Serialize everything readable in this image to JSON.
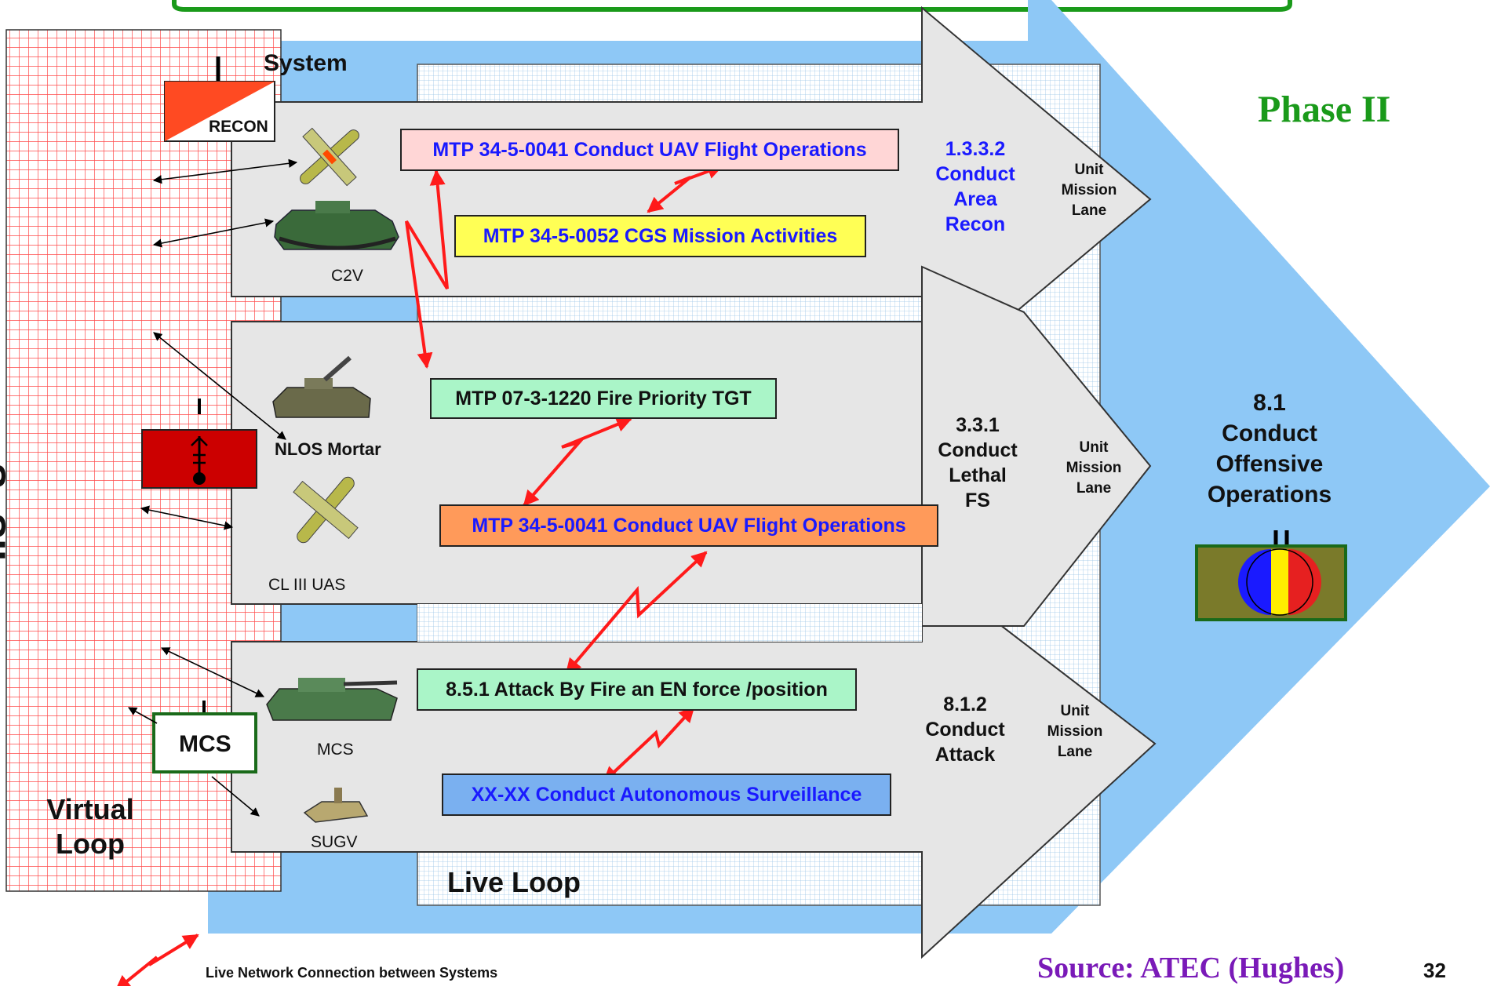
{
  "header": {
    "system_label": "System",
    "phase": "Phase II"
  },
  "sosil": {
    "label": "SoSIL",
    "virtual_loop": "Virtual\nLoop"
  },
  "live_loop_label": "Live Loop",
  "recon_symbol_label": "RECON",
  "mcs_symbol_label": "MCS",
  "vehicles": {
    "c2v": "C2V",
    "nlos_mortar": "NLOS Mortar",
    "cl3_uas": "CL III UAS",
    "mcs": "MCS",
    "sugv": "SUGV"
  },
  "tasks": {
    "uav_flight_1": "MTP 34-5-0041 Conduct UAV Flight Operations",
    "cgs_mission": "MTP 34-5-0052 CGS Mission Activities",
    "fire_priority": "MTP 07-3-1220 Fire Priority TGT",
    "uav_flight_2": "MTP 34-5-0041 Conduct UAV Flight Operations",
    "attack_by_fire": "8.5.1 Attack By Fire an EN force /position",
    "autonomous_surv": "XX-XX Conduct Autonomous Surveillance"
  },
  "lanes": {
    "lane1_task": "1.3.3.2\nConduct\nArea\nRecon",
    "lane2_task": "3.3.1\nConduct\nLethal\nFS",
    "lane3_task": "8.1.2\nConduct\nAttack",
    "unit_mission_lane": "Unit\nMission\nLane"
  },
  "operation": {
    "label": "8.1\nConduct\nOffensive\nOperations"
  },
  "legend": {
    "live_network": "Live Network Connection between Systems"
  },
  "footer": {
    "source": "Source:  ATEC (Hughes)",
    "page_number": "32"
  },
  "colors": {
    "green_text": "#1a9a1a",
    "blue_text": "#1a1aff",
    "purple_text": "#7a1ab8",
    "arrow_blue": "#8ec8f6",
    "red_arrow": "#ff1a1a"
  }
}
